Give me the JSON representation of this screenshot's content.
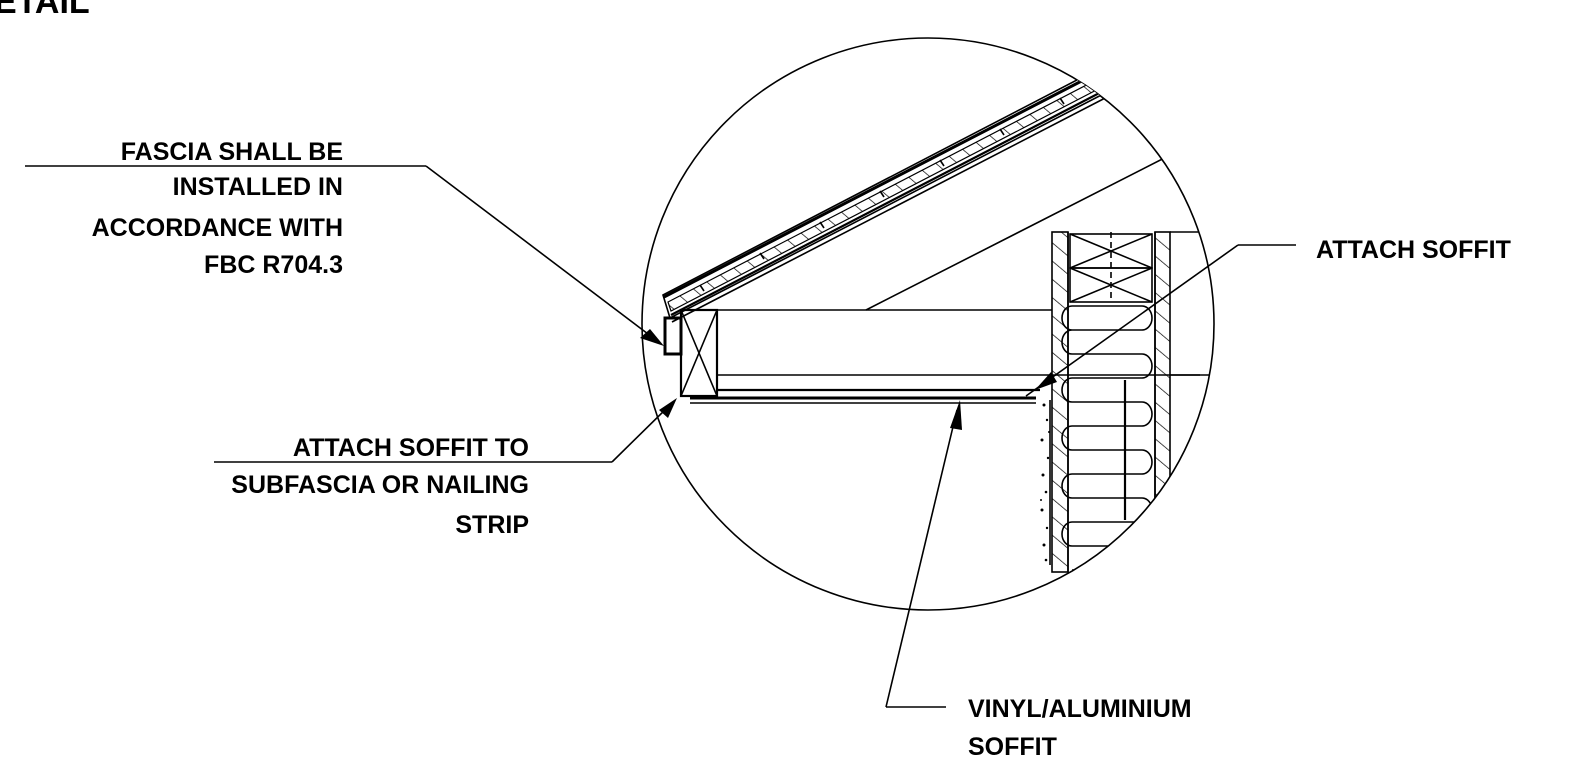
{
  "title_fragment": "ETAIL",
  "callouts": {
    "fascia": [
      "FASCIA SHALL BE",
      "INSTALLED IN",
      "ACCORDANCE WITH",
      "FBC R704.3"
    ],
    "attach_soffit_subfascia": [
      "ATTACH SOFFIT TO",
      "SUBFASCIA OR NAILING",
      "STRIP"
    ],
    "attach_soffit_right": [
      "ATTACH SOFFIT"
    ],
    "vinyl_soffit": [
      "VINYL/ALUMINIUM",
      "SOFFIT"
    ]
  },
  "colors": {
    "line": "#000000",
    "background": "#ffffff"
  }
}
